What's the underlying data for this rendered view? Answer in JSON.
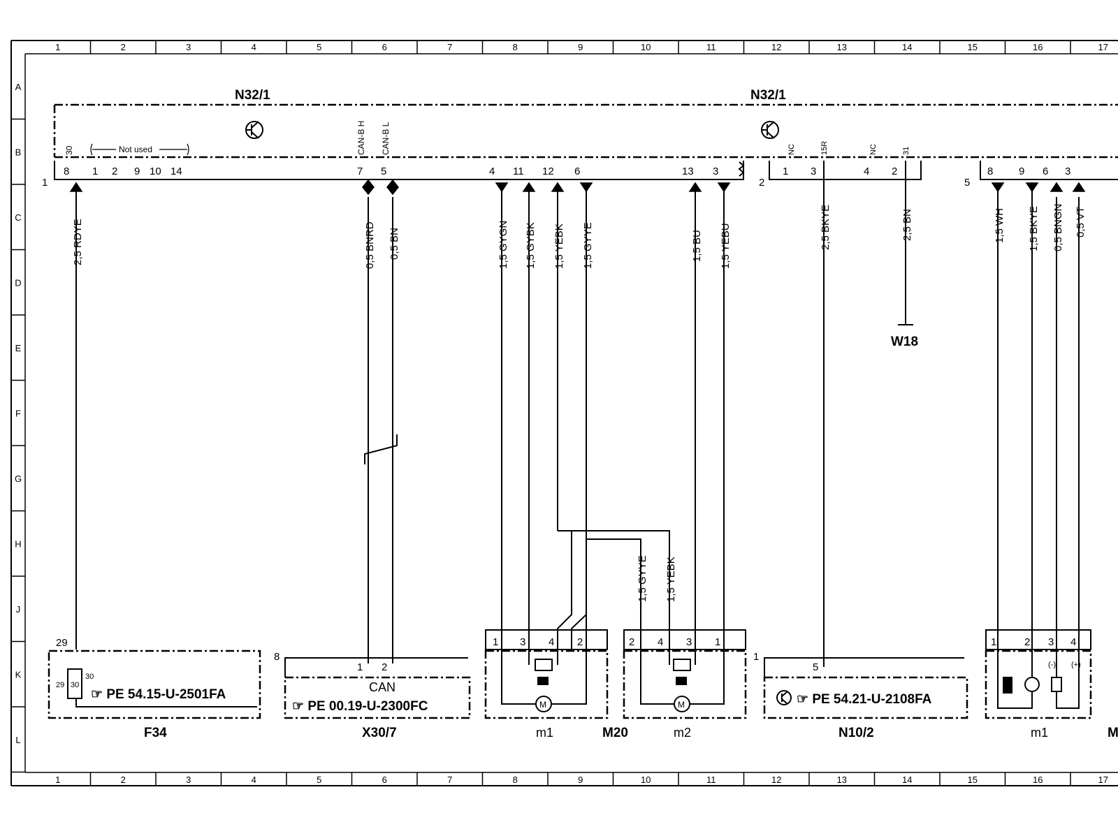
{
  "grid": {
    "columns": [
      "1",
      "2",
      "3",
      "4",
      "5",
      "6",
      "7",
      "8",
      "9",
      "10",
      "11",
      "12",
      "13",
      "14",
      "15",
      "16",
      "17"
    ],
    "rows": [
      "A",
      "B",
      "C",
      "D",
      "E",
      "F",
      "G",
      "H",
      "J",
      "K",
      "L"
    ]
  },
  "headers": {
    "n32_left": "N32/1",
    "n32_right": "N32/1"
  },
  "connectors": {
    "left_id": "1",
    "mid_id": "2",
    "right_id": "5",
    "not_used": "Not used",
    "not_used_pins": [
      "1",
      "2",
      "9",
      "10",
      "14"
    ],
    "left_pins": [
      "8",
      "7",
      "5",
      "4",
      "11",
      "12",
      "6",
      "13",
      "3"
    ],
    "mid_pins": [
      "1",
      "3",
      "4",
      "2"
    ],
    "right_pins": [
      "8",
      "9",
      "6",
      "3"
    ],
    "pin_tags": {
      "p30": "30",
      "can_h": "CAN-B H",
      "can_l": "CAN-B L",
      "nc1": "NC",
      "r15": "15R",
      "nc2": "NC",
      "g31": "31"
    }
  },
  "wires": {
    "rdye": "2,5 RDYE",
    "bnrd": "0,5 BNRD",
    "bn05": "0,5 BN",
    "gygn": "1,5 GYGN",
    "gybk": "1,5 GYBK",
    "yebk": "1,5 YEBK",
    "gyye": "1,5 GYYE",
    "bu": "1,5 BU",
    "yebu": "1,5 YEBU",
    "bkye25": "2,5 BKYE",
    "bn25": "2,5 BN",
    "wh": "1,5 WH",
    "bkye15": "1,5 BKYE",
    "bngn": "0,5 BNGN",
    "vt": "0,5 VT",
    "gyye_b": "1,5 GYYE",
    "yebk_b": "1,5 YEBK"
  },
  "ground": "W18",
  "components": {
    "f34": {
      "name": "F34",
      "pin_top": "29",
      "fuse_left": "29",
      "fuse_mid": "30",
      "fuse_right": "30",
      "ref": "PE  54.15-U-2501FA"
    },
    "x30_7": {
      "name": "X30/7",
      "conn": "8",
      "pins": [
        "1",
        "2"
      ],
      "label": "CAN",
      "ref": "PE  00.19-U-2300FC"
    },
    "m20": {
      "name": "M20",
      "m1": "m1",
      "m2": "m2",
      "m1_pins": [
        "1",
        "3",
        "4",
        "2"
      ],
      "m2_pins": [
        "2",
        "4",
        "3",
        "1"
      ],
      "motor": "M"
    },
    "n10_2": {
      "name": "N10/2",
      "conn": "1",
      "pin": "5",
      "ref": "PE  54.21-U-2108FA"
    },
    "right": {
      "name": "M",
      "sub": "m1",
      "pins": [
        "1",
        "2",
        "3",
        "4"
      ],
      "minus": "(-)",
      "plus": "(+)"
    }
  }
}
